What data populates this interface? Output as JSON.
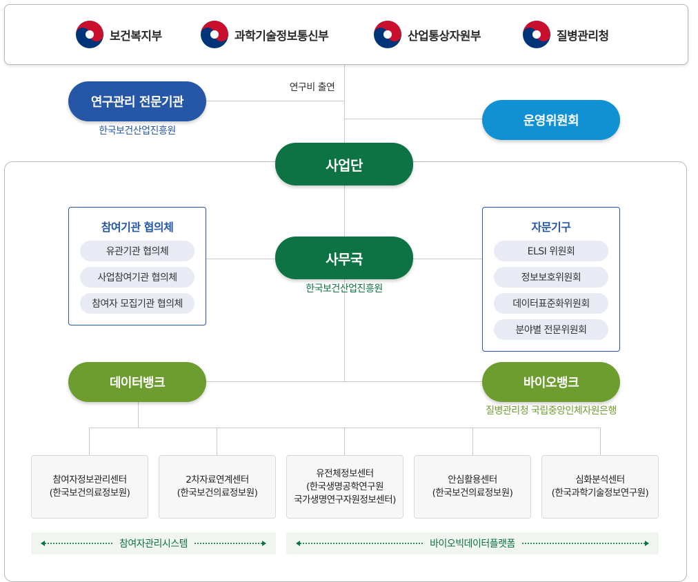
{
  "ministries": [
    {
      "name": "보건복지부",
      "icon": "taegeuk-emblem-icon"
    },
    {
      "name": "과학기술정보통신부",
      "icon": "taegeuk-emblem-icon"
    },
    {
      "name": "산업통상자원부",
      "icon": "taegeuk-emblem-icon"
    },
    {
      "name": "질병관리청",
      "icon": "taegeuk-emblem-icon"
    }
  ],
  "funding_label": "연구비 출연",
  "research_agency": {
    "label": "연구관리 전문기관",
    "org": "한국보건산업진흥원"
  },
  "steering_committee": {
    "label": "운영위원회"
  },
  "project_group": {
    "label": "사업단"
  },
  "secretariat": {
    "label": "사무국",
    "org": "한국보건산업진흥원"
  },
  "participant_council": {
    "title": "참여기관 협의체",
    "items": [
      "유관기관 협의체",
      "사업참여기관 협의체",
      "참여자 모집기관 협의체"
    ]
  },
  "advisory": {
    "title": "자문기구",
    "items": [
      "ELSI 위원회",
      "정보보호위원회",
      "데이터표준화위원회",
      "분야별 전문위원회"
    ]
  },
  "data_bank": {
    "label": "데이터뱅크"
  },
  "bio_bank": {
    "label": "바이오뱅크",
    "org": "질병관리청 국립중앙인체자원은행"
  },
  "centers": [
    {
      "lines": [
        "참여자정보관리센터",
        "(한국보건의료정보원)"
      ]
    },
    {
      "lines": [
        "2차자료연계센터",
        "(한국보건의료정보원)"
      ]
    },
    {
      "lines": [
        "유전체정보센터",
        "(한국생명공학연구원",
        "국가생명연구자원정보센터)"
      ]
    },
    {
      "lines": [
        "안심활용센터",
        "(한국보건의료정보원)"
      ]
    },
    {
      "lines": [
        "심화분석센터",
        "(한국과학기술정보연구원)"
      ]
    }
  ],
  "systems": [
    {
      "label": "참여자관리시스템"
    },
    {
      "label": "바이오빅데이터플랫폼"
    }
  ],
  "colors": {
    "navy": "#2557a6",
    "sky": "#1091d3",
    "green": "#0e7344",
    "olive": "#6d9d2e",
    "emblem_red": "#c8102e",
    "emblem_blue": "#003478"
  }
}
